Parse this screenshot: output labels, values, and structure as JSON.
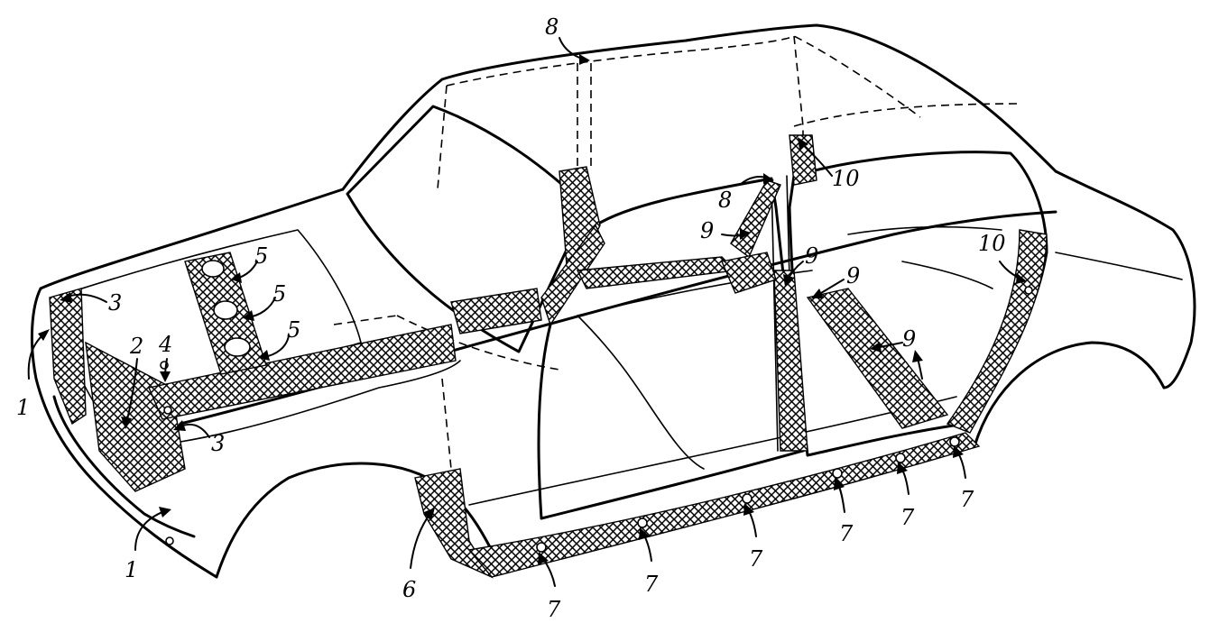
{
  "colors": {
    "line": "#000000",
    "background": "#ffffff"
  },
  "callouts": [
    {
      "id": "c1a",
      "label": "1"
    },
    {
      "id": "c1b",
      "label": "1"
    },
    {
      "id": "c2",
      "label": "2"
    },
    {
      "id": "c3a",
      "label": "3"
    },
    {
      "id": "c3b",
      "label": "3"
    },
    {
      "id": "c4",
      "label": "4"
    },
    {
      "id": "c5a",
      "label": "5"
    },
    {
      "id": "c5b",
      "label": "5"
    },
    {
      "id": "c5c",
      "label": "5"
    },
    {
      "id": "c6",
      "label": "6"
    },
    {
      "id": "c7a",
      "label": "7"
    },
    {
      "id": "c7b",
      "label": "7"
    },
    {
      "id": "c7c",
      "label": "7"
    },
    {
      "id": "c7d",
      "label": "7"
    },
    {
      "id": "c7e",
      "label": "7"
    },
    {
      "id": "c7f",
      "label": "7"
    },
    {
      "id": "c8a",
      "label": "8"
    },
    {
      "id": "c8b",
      "label": "8"
    },
    {
      "id": "c9a",
      "label": "9"
    },
    {
      "id": "c9b",
      "label": "9"
    },
    {
      "id": "c9c",
      "label": "9"
    },
    {
      "id": "c9d",
      "label": "9"
    },
    {
      "id": "c10a",
      "label": "10"
    },
    {
      "id": "c10b",
      "label": "10"
    }
  ]
}
